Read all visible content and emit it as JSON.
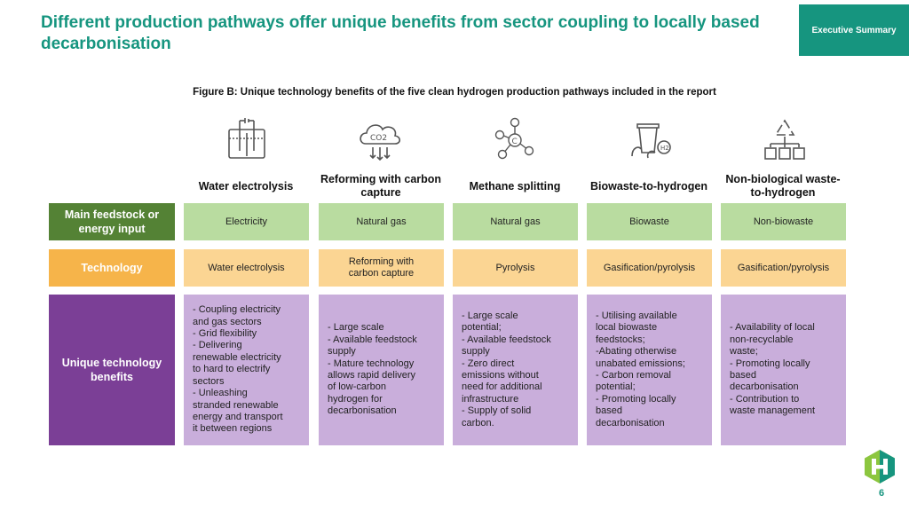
{
  "header": {
    "title": "Different production pathways offer unique benefits from sector coupling to locally based decarbonisation",
    "section_tab": "Executive Summary"
  },
  "figure": {
    "caption": "Figure B: Unique technology benefits of the five clean hydrogen production pathways included in the report"
  },
  "table": {
    "row_labels": {
      "feedstock": "Main feedstock or energy input",
      "technology": "Technology",
      "benefits": "Unique technology benefits"
    },
    "columns": [
      {
        "icon": "electrolysis-cell-icon",
        "header": "Water electrolysis",
        "feedstock": "Electricity",
        "technology": "Water electrolysis",
        "benefits": [
          "- Coupling electricity",
          "and gas sectors",
          "- Grid flexibility",
          "- Delivering",
          "renewable electricity",
          "to hard to electrify",
          "sectors",
          "- Unleashing",
          "stranded renewable",
          "energy and transport",
          "it between regions"
        ]
      },
      {
        "icon": "co2-cloud-icon",
        "header": "Reforming with carbon capture",
        "feedstock": "Natural gas",
        "technology": "Reforming with carbon capture",
        "benefits": [
          "- Large scale",
          "- Available feedstock",
          "supply",
          "- Mature technology",
          "allows rapid delivery",
          "of low-carbon",
          "hydrogen for",
          "decarbonisation"
        ]
      },
      {
        "icon": "methane-molecule-icon",
        "header": "Methane splitting",
        "feedstock": "Natural gas",
        "technology": "Pyrolysis",
        "benefits": [
          "- Large scale",
          "potential;",
          "- Available feedstock",
          "supply",
          "- Zero direct",
          "emissions without",
          "need for additional",
          "infrastructure",
          "- Supply of solid",
          "carbon."
        ]
      },
      {
        "icon": "biowaste-bin-icon",
        "header": "Biowaste-to-hydrogen",
        "feedstock": "Biowaste",
        "technology": "Gasification/pyrolysis",
        "benefits": [
          "- Utilising available",
          "local biowaste",
          "feedstocks;",
          "-Abating otherwise",
          "unabated emissions;",
          "- Carbon removal",
          "potential;",
          "- Promoting locally",
          "based",
          "decarbonisation"
        ]
      },
      {
        "icon": "recycling-icon",
        "header": "Non-biological waste-to-hydrogen",
        "feedstock": "Non-biowaste",
        "technology": "Gasification/pyrolysis",
        "benefits": [
          "- Availability of local",
          "non-recyclable",
          "waste;",
          "- Promoting locally",
          "based",
          "decarbonisation",
          "- Contribution to",
          "waste management"
        ]
      }
    ]
  },
  "footer": {
    "page_number": "6",
    "logo_icon": "hydrogen-h-logo-icon"
  },
  "colors": {
    "accent_teal": "#16957f",
    "feedstock_label": "#548235",
    "feedstock_cell": "#b9dca0",
    "technology_label": "#f6b44a",
    "technology_cell": "#fbd593",
    "benefits_label": "#7b3f96",
    "benefits_cell": "#c9aedb"
  }
}
